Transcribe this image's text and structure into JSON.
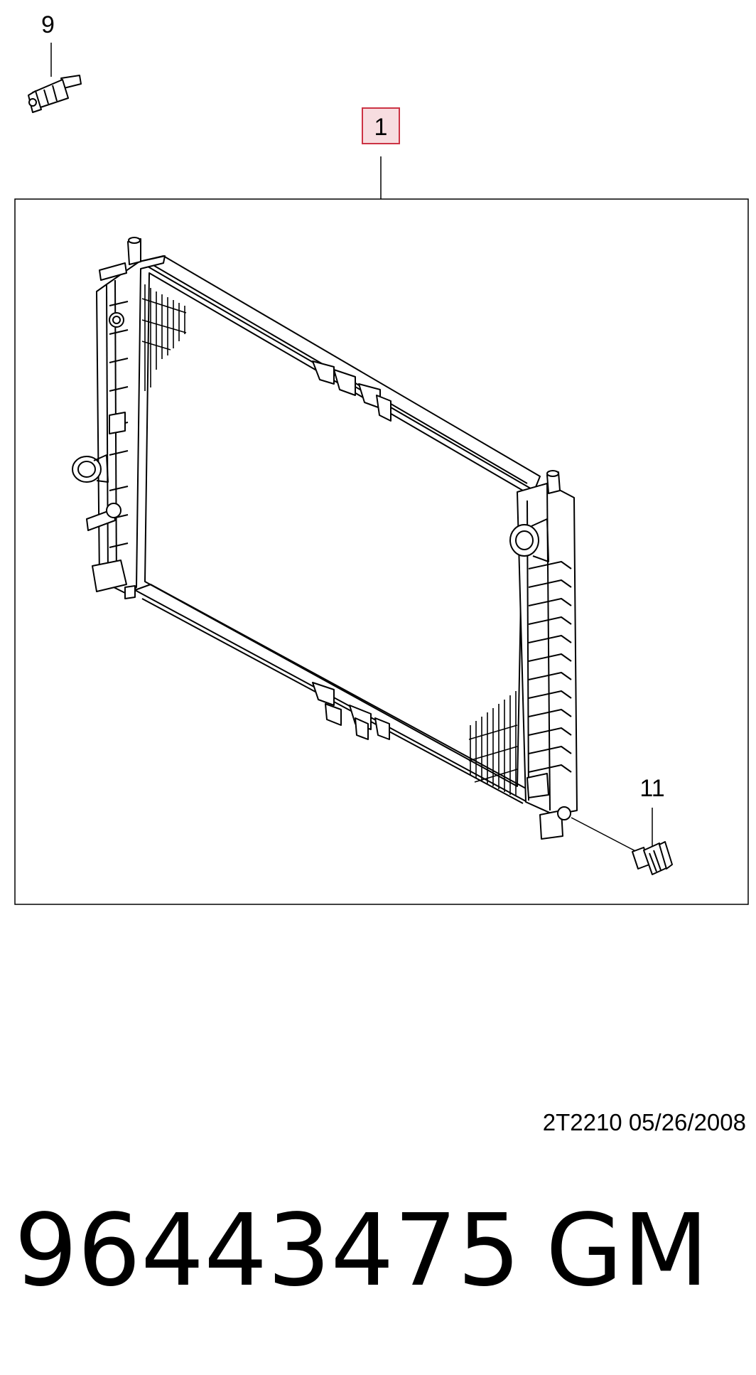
{
  "callouts": {
    "sensor": "9",
    "radiator": "1",
    "drain_plug": "11"
  },
  "footer": {
    "reference_code": "2T2210  05/26/2008",
    "part_number": "96443475",
    "brand": "GM"
  },
  "colors": {
    "line": "#000000",
    "highlight_box": "#cc3344",
    "highlight_fill": "#f7dde0",
    "background": "#ffffff"
  },
  "icons": {
    "sensor": "temperature-sensor-icon",
    "radiator": "radiator-assembly-icon",
    "drain_plug": "drain-plug-icon"
  }
}
